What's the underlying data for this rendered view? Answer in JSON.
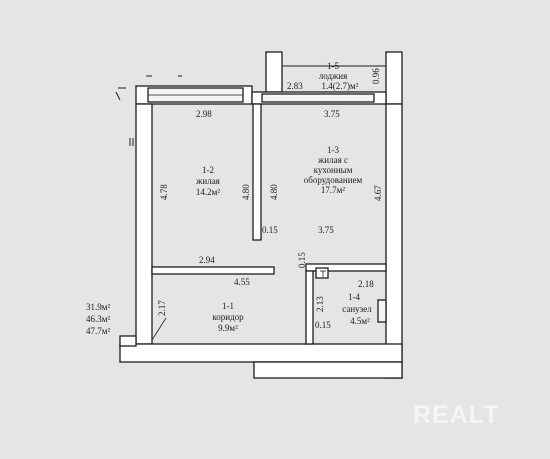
{
  "rooms": {
    "loggia": {
      "number": "1-5",
      "name": "лоджия",
      "area": "1.4(2.7)м²"
    },
    "living_room": {
      "number": "1-2",
      "name": "жилая",
      "area": "14.2м²"
    },
    "kitchen_living": {
      "number": "1-3",
      "name_line1": "жилая с",
      "name_line2": "кухонным",
      "name_line3": "оборудованием",
      "area": "17.7м²"
    },
    "corridor": {
      "number": "1-1",
      "name": "коридор",
      "area": "9.9м²"
    },
    "bathroom": {
      "number": "1-4",
      "name": "санузел",
      "area": "4.5м²"
    }
  },
  "dimensions": {
    "loggia_left": "2.83",
    "loggia_right": "0.96",
    "top_left_width": "2.98",
    "top_right_width": "3.75",
    "living_height": "4.78",
    "partition_left": "4.80",
    "partition_right": "4.80",
    "kitchen_height": "4.67",
    "partition_thickness_top": "0.15",
    "kitchen_bottom_width": "3.75",
    "living_bottom_width": "2.94",
    "corridor_width": "4.55",
    "partition_thickness_mid": "0.15",
    "bathroom_width": "2.18",
    "bathroom_height": "2.13",
    "corridor_height": "2.17",
    "partition_thickness_bottom": "0.15"
  },
  "totals": {
    "living_area": "31.9м²",
    "total_area": "46.3м²",
    "total_with_loggia": "47.7м²"
  },
  "watermark": "REALT",
  "colors": {
    "background": "#e6e5e3",
    "wall_fill": "#ffffff",
    "wall_stroke": "#1d1d1d"
  }
}
